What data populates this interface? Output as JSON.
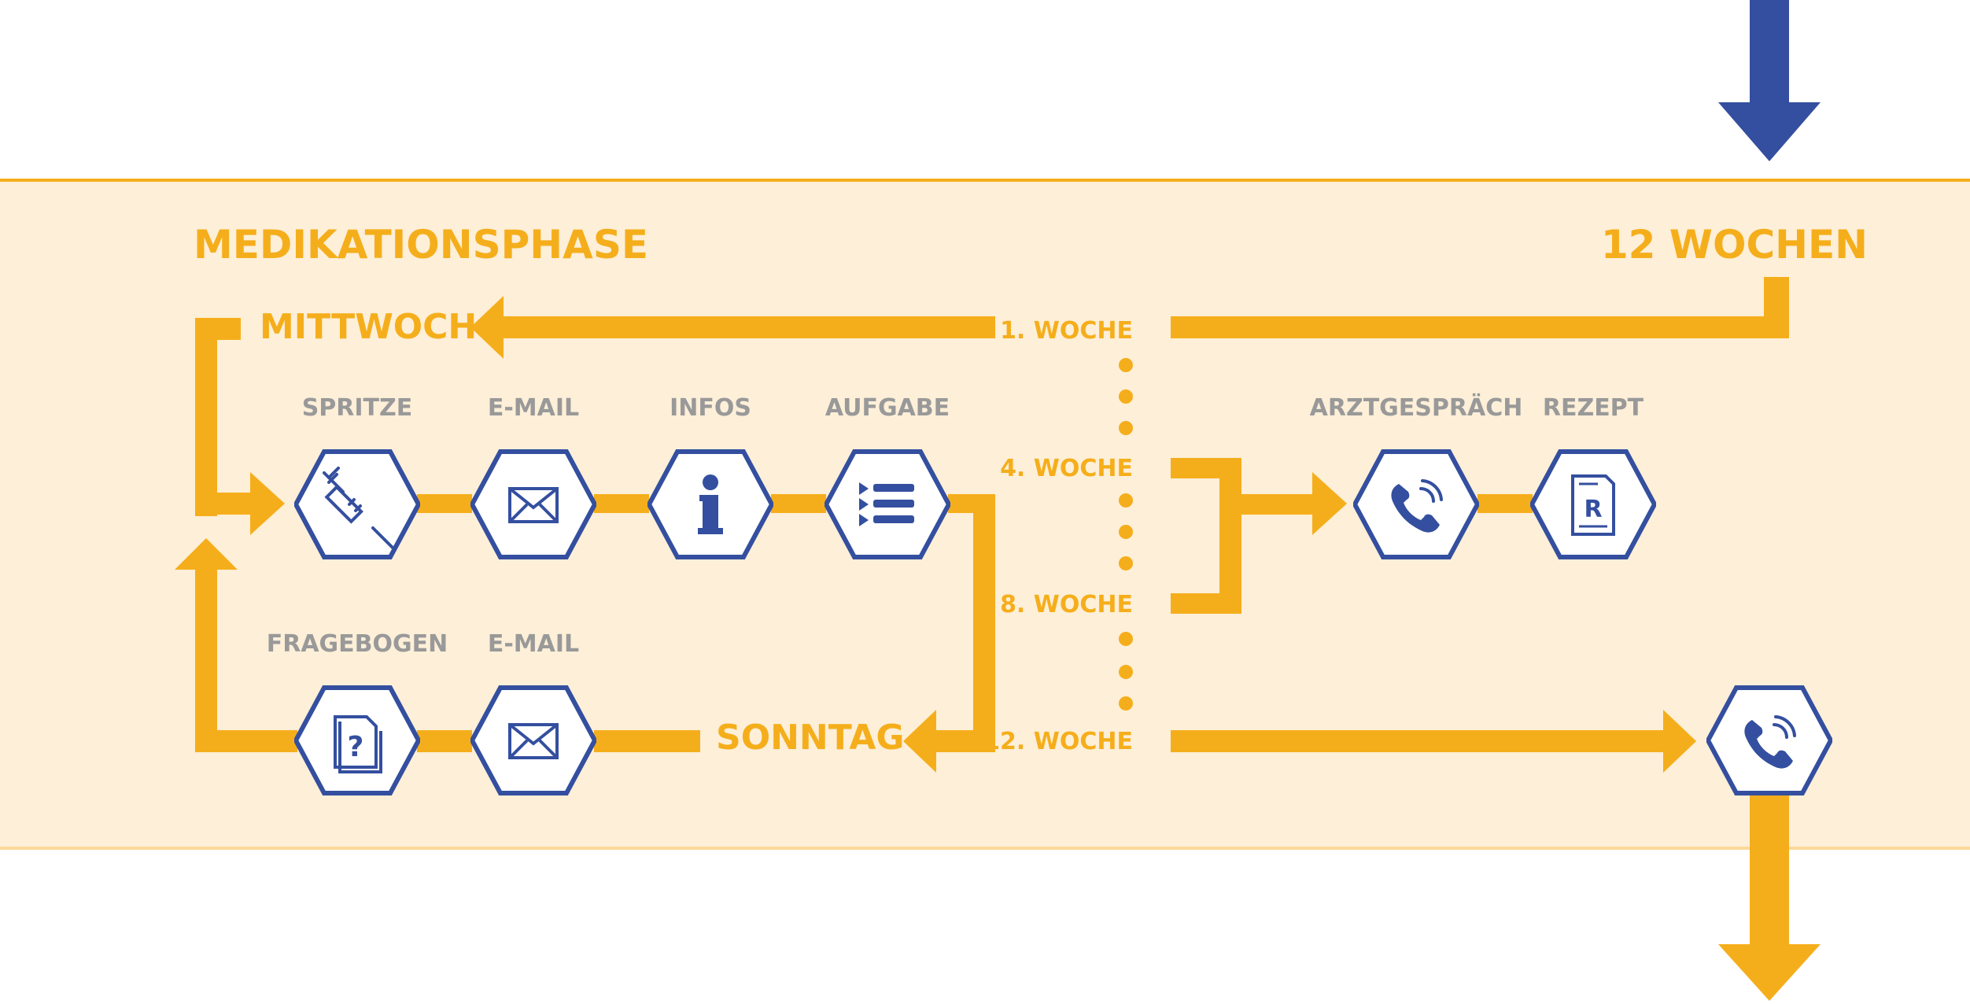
{
  "colors": {
    "orange": "#f5ae1b",
    "blue": "#344f9f",
    "band": "#fdefd8",
    "grey": "#999999"
  },
  "title": "MEDIKATIONSPHASE",
  "duration": "12 WOCHEN",
  "days": {
    "wednesday": "MITTWOCH",
    "sunday": "SONNTAG"
  },
  "weeks": [
    "1. WOCHE",
    "4. WOCHE",
    "8. WOCHE",
    "12. WOCHE"
  ],
  "top_row": [
    {
      "label": "SPRITZE",
      "icon": "syringe-icon"
    },
    {
      "label": "E-MAIL",
      "icon": "envelope-icon"
    },
    {
      "label": "INFOS",
      "icon": "info-icon"
    },
    {
      "label": "AUFGABE",
      "icon": "task-list-icon"
    }
  ],
  "bottom_row": [
    {
      "label": "FRAGEBOGEN",
      "icon": "questionnaire-icon"
    },
    {
      "label": "E-MAIL",
      "icon": "envelope-icon"
    }
  ],
  "doctor_row": [
    {
      "label": "ARZTGESPRÄCH",
      "icon": "phone-icon"
    },
    {
      "label": "REZEPT",
      "icon": "prescription-icon"
    }
  ],
  "rx_letter": "R",
  "final_icon": "phone-icon"
}
